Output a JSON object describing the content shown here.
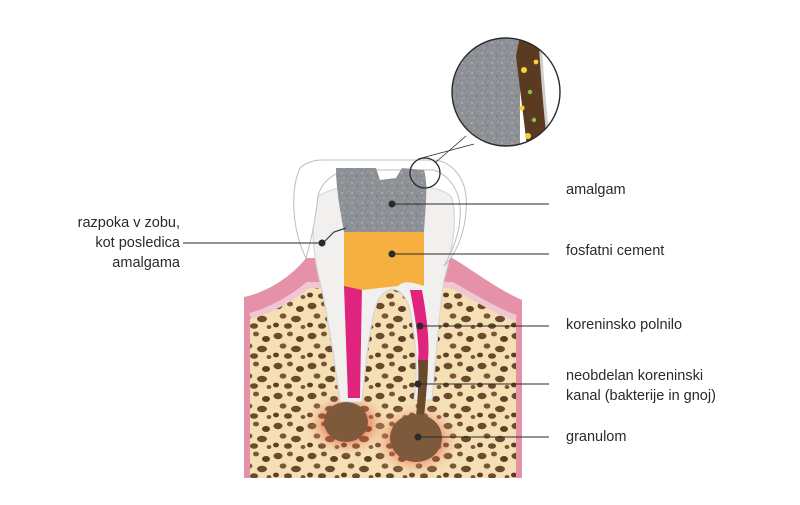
{
  "labels": {
    "crack": [
      "razpoka v zobu,",
      "kot posledica",
      "amalgama"
    ],
    "amalgam": "amalgam",
    "phosphate_cement": "fosfatni cement",
    "root_filling": "koreninsko polnilo",
    "untreated_canal": [
      "neobdelan koreninski",
      "kanal (bakterije in gnoj)"
    ],
    "granuloma": "granulom"
  },
  "colors": {
    "amalgam": "#8d9196",
    "cement": "#f6b040",
    "root_filling": "#e0237d",
    "gum": "#e591a8",
    "bone": "#f5dfb5",
    "granuloma": "#7e5a3c",
    "inflammation": "#d9332a"
  }
}
